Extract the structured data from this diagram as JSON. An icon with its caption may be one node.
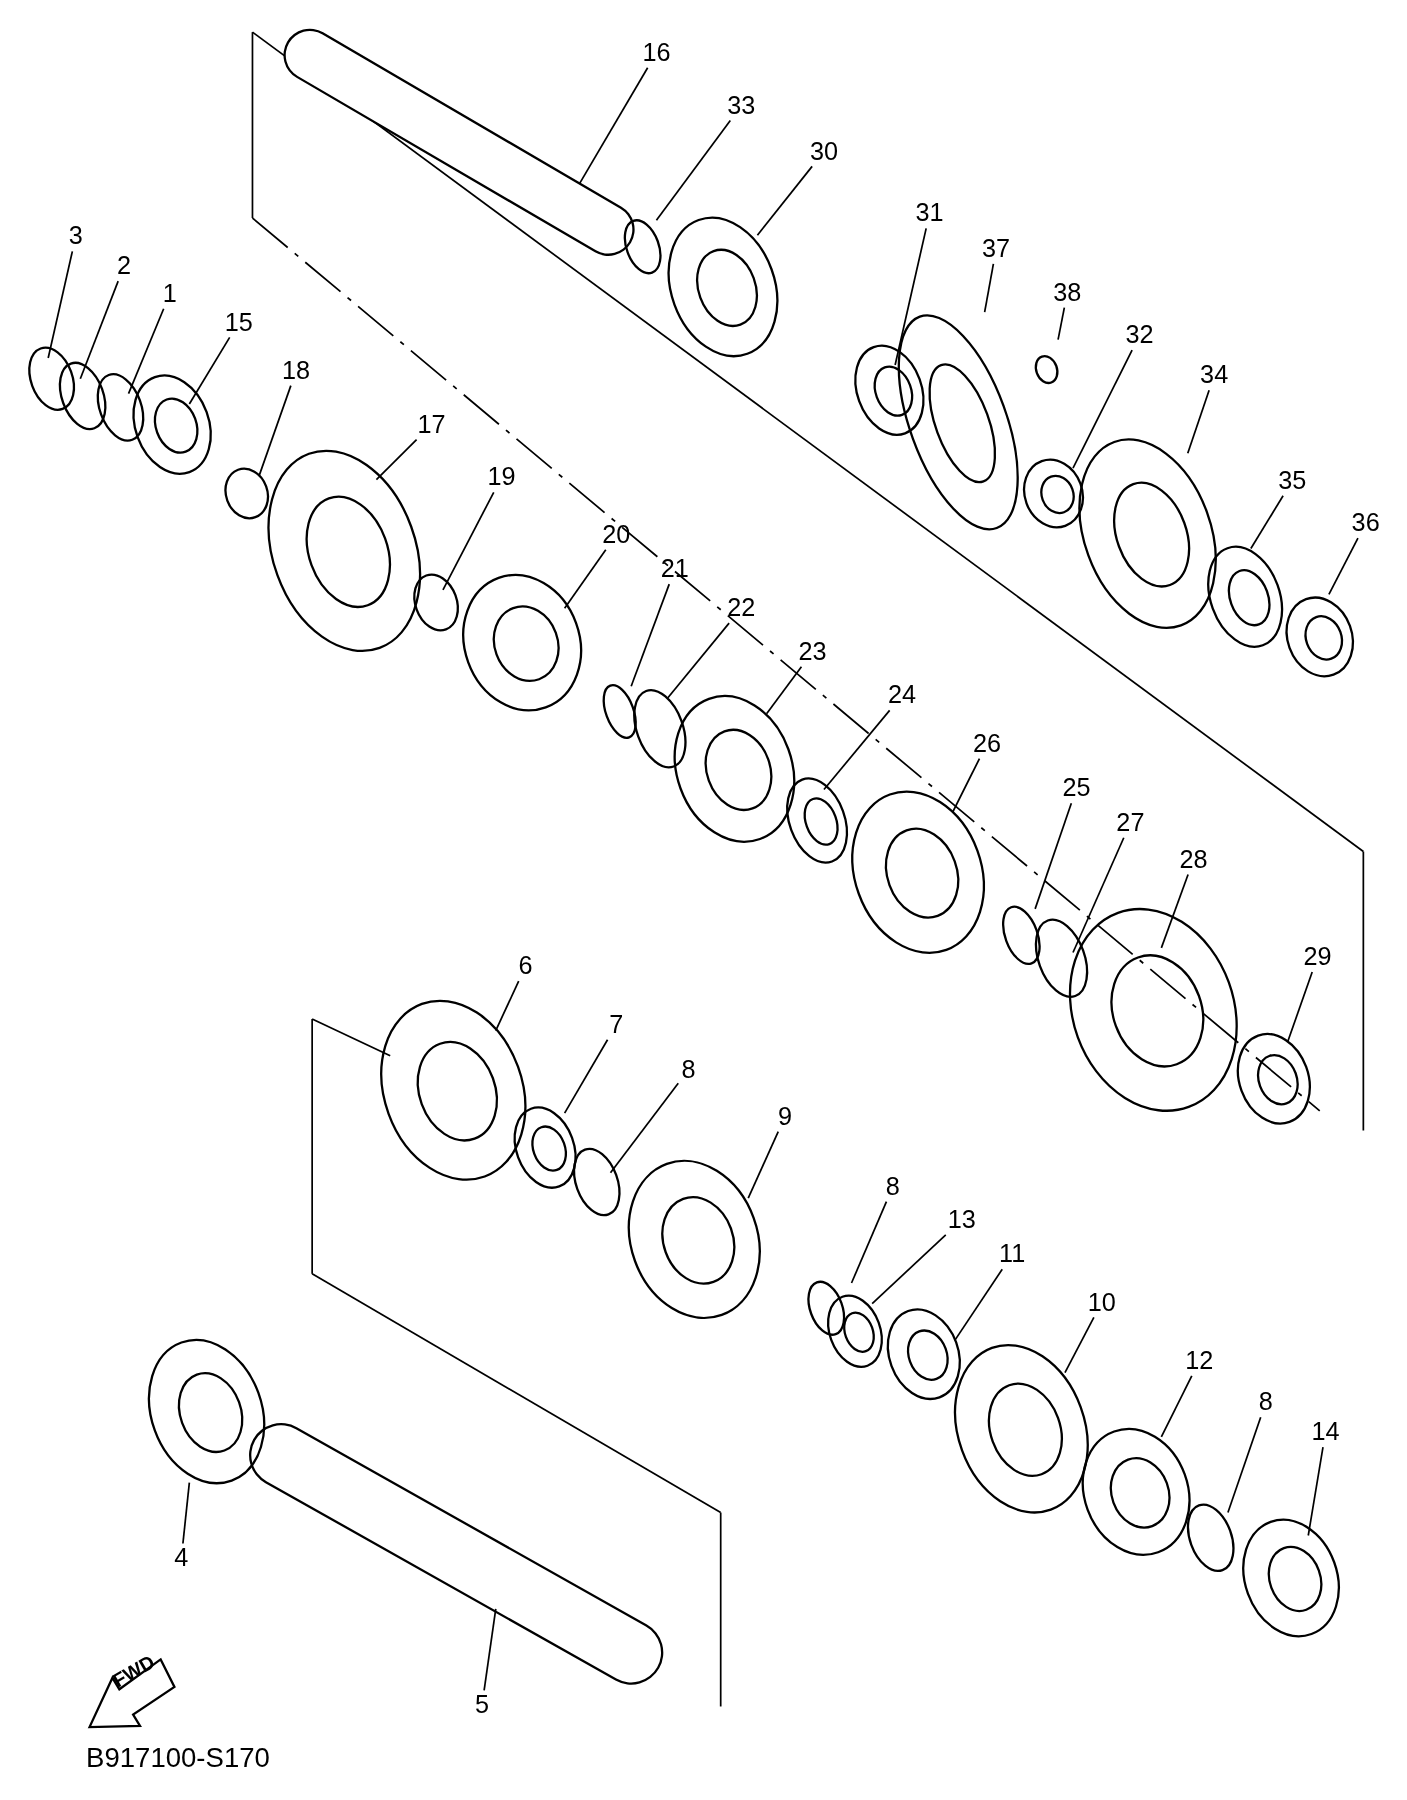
{
  "diagram": {
    "nodes": [
      {
        "text": [
          "3"
        ]
      },
      {
        "text": [
          "2"
        ]
      },
      {
        "text": [
          "1"
        ]
      },
      {
        "text": [
          "15"
        ]
      },
      {
        "text": [
          "18"
        ]
      },
      {
        "text": [
          "17"
        ]
      },
      {
        "text": [
          "19"
        ]
      },
      {
        "text": [
          "20"
        ]
      },
      {
        "text": [
          "21"
        ]
      },
      {
        "text": [
          "22"
        ]
      },
      {
        "text": [
          "23"
        ]
      },
      {
        "text": [
          "24"
        ]
      },
      {
        "text": [
          "26"
        ]
      },
      {
        "text": [
          "25"
        ]
      },
      {
        "text": [
          "27"
        ]
      },
      {
        "text": [
          "28"
        ]
      },
      {
        "text": [
          "29"
        ]
      },
      {
        "text": [
          "16"
        ]
      },
      {
        "text": [
          "33"
        ]
      },
      {
        "text": [
          "30"
        ]
      },
      {
        "text": [
          "31"
        ]
      },
      {
        "text": [
          "37"
        ]
      },
      {
        "text": [
          "38"
        ]
      },
      {
        "text": [
          "32"
        ]
      },
      {
        "text": [
          "34"
        ]
      },
      {
        "text": [
          "35"
        ]
      },
      {
        "text": [
          "36"
        ]
      },
      {
        "text": [
          "6"
        ]
      },
      {
        "text": [
          "7"
        ]
      },
      {
        "text": [
          "8"
        ]
      },
      {
        "text": [
          "9"
        ]
      },
      {
        "text": [
          "8"
        ]
      },
      {
        "text": [
          "13"
        ]
      },
      {
        "text": [
          "11"
        ]
      },
      {
        "text": [
          "10"
        ]
      },
      {
        "text": [
          "12"
        ]
      },
      {
        "text": [
          "8"
        ]
      },
      {
        "text": [
          "14"
        ]
      },
      {
        "text": [
          "4"
        ]
      },
      {
        "text": [
          "5"
        ]
      }
    ],
    "edges": [
      {
        "from": 0,
        "to": null,
        "arrow": "none"
      },
      {
        "from": 1,
        "to": null,
        "arrow": "none"
      },
      {
        "from": 2,
        "to": null,
        "arrow": "none"
      },
      {
        "from": 3,
        "to": null,
        "arrow": "none"
      },
      {
        "from": 4,
        "to": null,
        "arrow": "none"
      },
      {
        "from": 5,
        "to": null,
        "arrow": "none"
      },
      {
        "from": 6,
        "to": null,
        "arrow": "none"
      },
      {
        "from": 7,
        "to": null,
        "arrow": "none"
      },
      {
        "from": 8,
        "to": null,
        "arrow": "none"
      },
      {
        "from": 9,
        "to": null,
        "arrow": "none"
      },
      {
        "from": 10,
        "to": null,
        "arrow": "none"
      },
      {
        "from": 11,
        "to": null,
        "arrow": "none"
      },
      {
        "from": 12,
        "to": null,
        "arrow": "none"
      },
      {
        "from": 13,
        "to": null,
        "arrow": "none"
      },
      {
        "from": 14,
        "to": null,
        "arrow": "none"
      },
      {
        "from": 15,
        "to": null,
        "arrow": "none"
      },
      {
        "from": 16,
        "to": null,
        "arrow": "none"
      },
      {
        "from": 17,
        "to": null,
        "arrow": "none"
      },
      {
        "from": 18,
        "to": null,
        "arrow": "none"
      },
      {
        "from": 19,
        "to": null,
        "arrow": "none"
      },
      {
        "from": 20,
        "to": null,
        "arrow": "none"
      },
      {
        "from": 21,
        "to": null,
        "arrow": "none"
      },
      {
        "from": 22,
        "to": null,
        "arrow": "none"
      },
      {
        "from": 23,
        "to": null,
        "arrow": "none"
      },
      {
        "from": 24,
        "to": null,
        "arrow": "none"
      },
      {
        "from": 25,
        "to": null,
        "arrow": "none"
      },
      {
        "from": 26,
        "to": null,
        "arrow": "none"
      },
      {
        "from": 27,
        "to": null,
        "arrow": "none"
      },
      {
        "from": 28,
        "to": null,
        "arrow": "none"
      },
      {
        "from": 29,
        "to": null,
        "arrow": "none"
      },
      {
        "from": 30,
        "to": null,
        "arrow": "none"
      },
      {
        "from": 31,
        "to": null,
        "arrow": "none"
      },
      {
        "from": 32,
        "to": null,
        "arrow": "none"
      },
      {
        "from": 33,
        "to": null,
        "arrow": "none"
      },
      {
        "from": 34,
        "to": null,
        "arrow": "none"
      },
      {
        "from": 35,
        "to": null,
        "arrow": "none"
      },
      {
        "from": 36,
        "to": null,
        "arrow": "none"
      },
      {
        "from": 37,
        "to": null,
        "arrow": "none"
      },
      {
        "from": 38,
        "to": null,
        "arrow": "none"
      },
      {
        "from": 39,
        "to": null,
        "arrow": "none"
      }
    ],
    "labels": [
      "FWD",
      "B917100-S170"
    ]
  }
}
